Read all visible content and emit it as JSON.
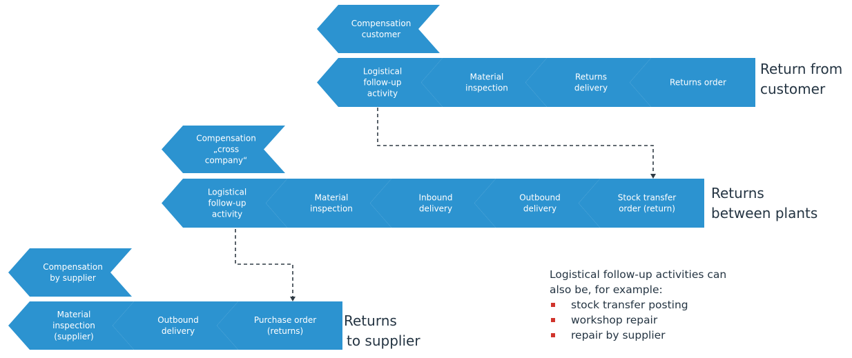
{
  "rows": [
    {
      "id": "customer",
      "label_lines": [
        "Return from",
        "customer"
      ],
      "compensation": {
        "lines": [
          "Compensation",
          "customer"
        ]
      },
      "steps": [
        {
          "lines": [
            "Logistical",
            "follow-up",
            "activity"
          ]
        },
        {
          "lines": [
            "Material",
            "inspection"
          ]
        },
        {
          "lines": [
            "Returns",
            "delivery"
          ]
        },
        {
          "lines": [
            "Returns order"
          ]
        }
      ]
    },
    {
      "id": "plants",
      "label_lines": [
        "Returns",
        "between plants"
      ],
      "compensation": {
        "lines": [
          "Compensation",
          "„cross",
          "company“"
        ]
      },
      "steps": [
        {
          "lines": [
            "Logistical",
            "follow-up",
            "activity"
          ]
        },
        {
          "lines": [
            "Material",
            "inspection"
          ]
        },
        {
          "lines": [
            "Inbound",
            "delivery"
          ]
        },
        {
          "lines": [
            "Outbound",
            "delivery"
          ]
        },
        {
          "lines": [
            "Stock transfer",
            "order (return)"
          ]
        }
      ]
    },
    {
      "id": "supplier",
      "label_lines": [
        "Returns",
        "to supplier"
      ],
      "compensation": {
        "lines": [
          "Compensation",
          "by supplier"
        ]
      },
      "steps": [
        {
          "lines": [
            "Material",
            "inspection",
            "(supplier)"
          ]
        },
        {
          "lines": [
            "Outbound",
            "delivery"
          ]
        },
        {
          "lines": [
            "Purchase order",
            "(returns)"
          ]
        }
      ]
    }
  ],
  "note": {
    "intro_lines": [
      "Logistical follow-up activities can",
      "also be, for example:"
    ],
    "items": [
      "stock transfer posting",
      "workshop repair",
      "repair by supplier"
    ]
  },
  "colors": {
    "chevron_fill": "#2c93d0",
    "chevron_text": "#ffffff",
    "text": "#243442",
    "connector": "#2f3a44",
    "bullet": "#d0342c"
  }
}
